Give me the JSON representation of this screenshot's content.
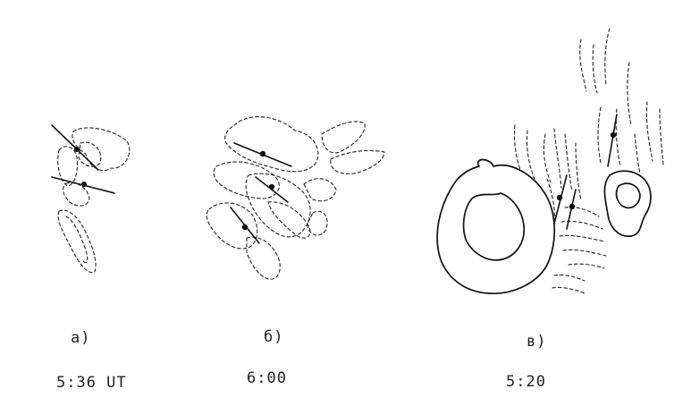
{
  "panels": [
    {
      "label": "а)",
      "time": "5:36 UT"
    },
    {
      "label": "б)",
      "time": "6:00"
    },
    {
      "label": "в)",
      "time": "5:20"
    }
  ]
}
